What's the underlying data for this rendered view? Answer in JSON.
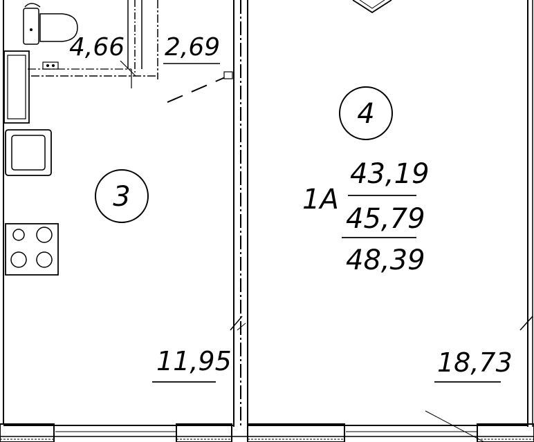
{
  "plan": {
    "apartment": {
      "type_label": "1A",
      "area_living": "43,19",
      "area_total": "45,79",
      "area_with_balcony": "48,39"
    },
    "rooms": [
      {
        "number": "3",
        "area": "11,95"
      },
      {
        "number": "4",
        "area": "18,73"
      }
    ],
    "bathroom_area": "4,66",
    "hall_area": "2,69"
  }
}
